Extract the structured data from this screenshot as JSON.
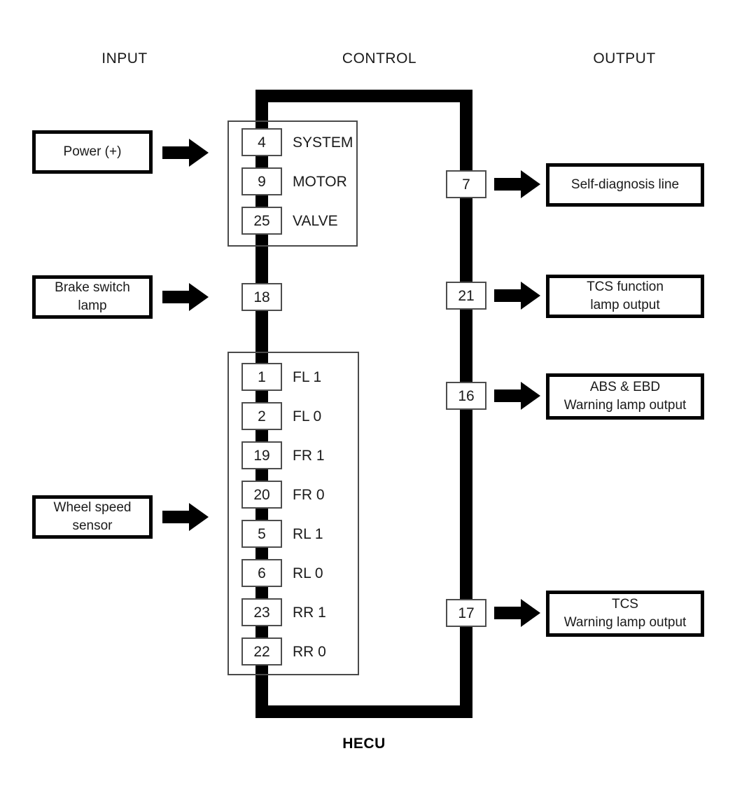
{
  "diagram": {
    "title": "HECU",
    "caption_label": "HECU",
    "columns": [
      {
        "label": "INPUT"
      },
      {
        "label": "CONTROL"
      },
      {
        "label": "OUTPUT"
      }
    ]
  },
  "inputs": [
    {
      "id": "power",
      "label": "Power (+)",
      "lines": [
        "Power (+)"
      ]
    },
    {
      "id": "brake-switch-lamp",
      "label": "Brake switch lamp",
      "lines": [
        "Brake switch",
        "lamp"
      ]
    },
    {
      "id": "wheel-speed-sensor",
      "label": "Wheel speed sensor",
      "lines": [
        "Wheel speed",
        "sensor"
      ]
    }
  ],
  "control": {
    "power_group": {
      "name": "power-pin-group",
      "pins": [
        {
          "pin": "4",
          "label": "SYSTEM"
        },
        {
          "pin": "9",
          "label": "MOTOR"
        },
        {
          "pin": "25",
          "label": "VALVE"
        }
      ]
    },
    "brake_pin": {
      "pin": "18",
      "label": ""
    },
    "sensor_group": {
      "name": "wheel-speed-pin-group",
      "pins": [
        {
          "pin": "1",
          "label": "FL 1"
        },
        {
          "pin": "2",
          "label": "FL 0"
        },
        {
          "pin": "19",
          "label": "FR 1"
        },
        {
          "pin": "20",
          "label": "FR 0"
        },
        {
          "pin": "5",
          "label": "RL 1"
        },
        {
          "pin": "6",
          "label": "RL 0"
        },
        {
          "pin": "23",
          "label": "RR 1"
        },
        {
          "pin": "22",
          "label": "RR 0"
        }
      ]
    },
    "output_pins": [
      {
        "pin": "7"
      },
      {
        "pin": "21"
      },
      {
        "pin": "16"
      },
      {
        "pin": "17"
      }
    ]
  },
  "outputs": [
    {
      "id": "self-diagnosis-line",
      "label": "Self-diagnosis line",
      "lines": [
        "Self-diagnosis line"
      ]
    },
    {
      "id": "tcs-function-lamp-output",
      "label": "TCS function lamp output",
      "lines": [
        "TCS function",
        "lamp output"
      ]
    },
    {
      "id": "abs-ebd-warning-lamp-output",
      "label": "ABS & EBD Warning lamp output",
      "lines": [
        "ABS & EBD",
        "Warning lamp output"
      ]
    },
    {
      "id": "tcs-warning-lamp-output",
      "label": "TCS Warning lamp output",
      "lines": [
        "TCS",
        "Warning lamp output"
      ]
    }
  ],
  "colors": {
    "bus": "#000000",
    "background": "#ffffff",
    "text": "#1a1a1a",
    "thin_border": "#4d4d4d"
  }
}
